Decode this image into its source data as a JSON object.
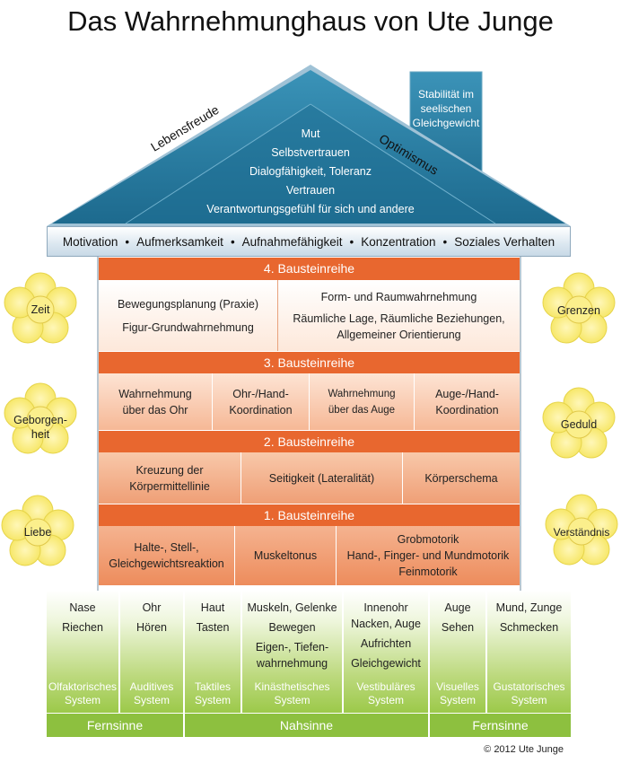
{
  "title": "Das Wahrnehmunghaus von Ute Junge",
  "roof": {
    "left_label": "Lebensfreude",
    "right_label": "Optimismus",
    "lines": [
      "Mut",
      "Selbstvertrauen",
      "Dialogfähigkeit, Toleranz",
      "Vertrauen",
      "Verantwortungsgefühl für sich und andere"
    ]
  },
  "chimney": {
    "line1": "Stabilität im",
    "line2": "seelischen",
    "line3": "Gleichgewicht"
  },
  "beam": {
    "items": [
      "Motivation",
      "Aufmerksamkeit",
      "Aufnahmefähigkeit",
      "Konzentration",
      "Soziales Verhalten"
    ],
    "separator": "•"
  },
  "rows": [
    {
      "header": "4. Bausteinreihe",
      "cells": [
        {
          "lines": [
            "Bewegungsplanung (Praxie)",
            "Figur-Grundwahrnehmung"
          ]
        },
        {
          "lines": [
            "Form- und Raumwahrnehmung",
            "Räumliche Lage, Räumliche Beziehungen,",
            "Allgemeiner Orientierung"
          ]
        }
      ]
    },
    {
      "header": "3. Bausteinreihe",
      "cells": [
        {
          "lines": [
            "Wahrnehmung",
            "über das Ohr"
          ]
        },
        {
          "lines": [
            "Ohr-/Hand-",
            "Koordination"
          ]
        },
        {
          "lines": [
            "Wahrnehmung",
            "über das Auge"
          ]
        },
        {
          "lines": [
            "Auge-/Hand-",
            "Koordination"
          ]
        }
      ]
    },
    {
      "header": "2. Bausteinreihe",
      "cells": [
        {
          "lines": [
            "Kreuzung der",
            "Körpermittellinie"
          ]
        },
        {
          "lines": [
            "Seitigkeit (Lateralität)"
          ]
        },
        {
          "lines": [
            "Körperschema"
          ]
        }
      ]
    },
    {
      "header": "1. Bausteinreihe",
      "cells": [
        {
          "lines": [
            "Halte-, Stell-,",
            "Gleichgewichtsreaktion"
          ]
        },
        {
          "lines": [
            "Muskeltonus"
          ]
        },
        {
          "lines": [
            "Grobmotorik",
            "Hand-, Finger- und Mundmotorik",
            "Feinmotorik"
          ]
        }
      ]
    }
  ],
  "senses": [
    {
      "items": [
        "Nase",
        "Riechen"
      ],
      "system": [
        "Olfaktorisches",
        "System"
      ]
    },
    {
      "items": [
        "Ohr",
        "Hören"
      ],
      "system": [
        "Auditives",
        "System"
      ]
    },
    {
      "items": [
        "Haut",
        "Tasten"
      ],
      "system": [
        "Taktiles",
        "System"
      ]
    },
    {
      "items": [
        "Muskeln, Gelenke",
        "Bewegen",
        "Eigen-, Tiefen-\nwahrnehmung"
      ],
      "system": [
        "Kinästhetisches",
        "System"
      ]
    },
    {
      "items": [
        "Innenohr\nNacken, Auge",
        "Aufrichten",
        "Gleichgewicht"
      ],
      "system": [
        "Vestibuläres",
        "System"
      ]
    },
    {
      "items": [
        "Auge",
        "Sehen"
      ],
      "system": [
        "Visuelles",
        "System"
      ]
    },
    {
      "items": [
        "Mund, Zunge",
        "Schmecken"
      ],
      "system": [
        "Gustatorisches",
        "System"
      ]
    }
  ],
  "foundation": [
    {
      "label": "Fernsinne"
    },
    {
      "label": "Nahsinne"
    },
    {
      "label": "Fernsinne"
    }
  ],
  "flowers": {
    "left": [
      "Zeit",
      "Geborgen-\nheit",
      "Liebe"
    ],
    "right": [
      "Grenzen",
      "Geduld",
      "Verständnis"
    ]
  },
  "colors": {
    "roof": "#2a7fa5",
    "orange_header": "#e8672f",
    "green": "#8dc03f",
    "flower": "#fbef8c"
  },
  "copyright": "© 2012 Ute Junge"
}
